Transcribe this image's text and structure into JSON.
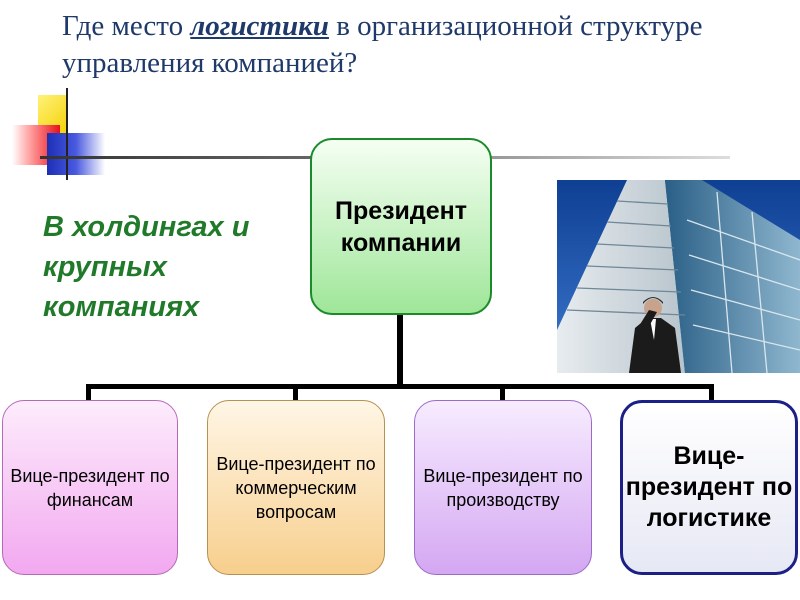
{
  "title": {
    "prefix": "Где место ",
    "highlight": "логистики",
    "suffix": " в организационной структуре управления компанией?"
  },
  "subtitle": "В холдингах и крупных компаниях",
  "org_chart": {
    "top": {
      "label": "Президент компании"
    },
    "children": [
      {
        "label": "Вице-президент по финансам"
      },
      {
        "label": "Вице-президент по коммерческим вопросам"
      },
      {
        "label": "Вице-президент по производству"
      },
      {
        "label": "Вице-президент по логистике"
      }
    ]
  },
  "colors": {
    "title": "#1f3a6a",
    "subtitle": "#217a2a",
    "president_border": "#1a8a2a",
    "logistics_border": "#1b1f86"
  }
}
